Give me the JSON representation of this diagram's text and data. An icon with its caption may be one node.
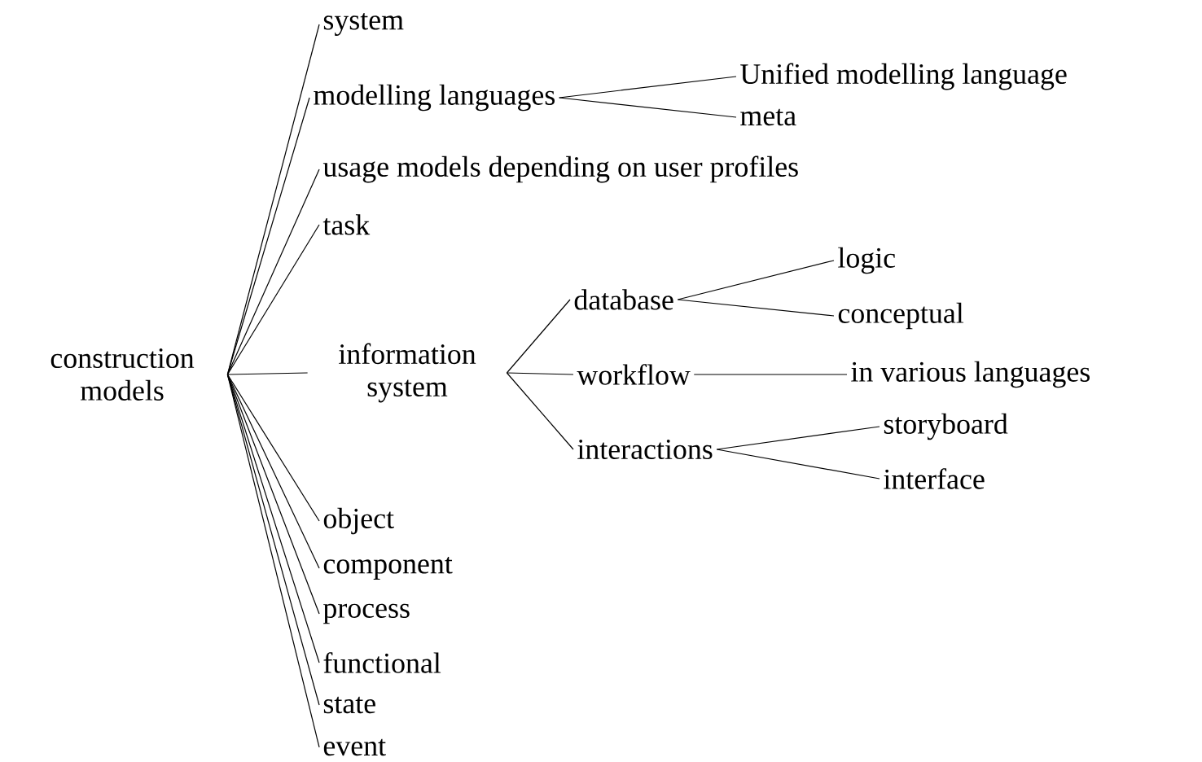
{
  "diagram": {
    "nodes": [
      {
        "text": [
          "construction models"
        ]
      },
      {
        "text": [
          "system"
        ]
      },
      {
        "text": [
          "modelling languages"
        ]
      },
      {
        "text": [
          "Unified modelling language"
        ]
      },
      {
        "text": [
          "meta"
        ]
      },
      {
        "text": [
          "usage models depending on user profiles"
        ]
      },
      {
        "text": [
          "task"
        ]
      },
      {
        "text": [
          "information system"
        ]
      },
      {
        "text": [
          "database"
        ]
      },
      {
        "text": [
          "logic"
        ]
      },
      {
        "text": [
          "conceptual"
        ]
      },
      {
        "text": [
          "workflow"
        ]
      },
      {
        "text": [
          "in various languages"
        ]
      },
      {
        "text": [
          "interactions"
        ]
      },
      {
        "text": [
          "storyboard"
        ]
      },
      {
        "text": [
          "interface"
        ]
      },
      {
        "text": [
          "object"
        ]
      },
      {
        "text": [
          "component"
        ]
      },
      {
        "text": [
          "process"
        ]
      },
      {
        "text": [
          "functional"
        ]
      },
      {
        "text": [
          "state"
        ]
      },
      {
        "text": [
          "event"
        ]
      }
    ],
    "edges": [
      {
        "from": 0,
        "to": 1,
        "arrow": "none"
      },
      {
        "from": 0,
        "to": 2,
        "arrow": "none"
      },
      {
        "from": 2,
        "to": 3,
        "arrow": "none"
      },
      {
        "from": 2,
        "to": 4,
        "arrow": "none"
      },
      {
        "from": 0,
        "to": 5,
        "arrow": "none"
      },
      {
        "from": 0,
        "to": 6,
        "arrow": "none"
      },
      {
        "from": 0,
        "to": 7,
        "arrow": "none"
      },
      {
        "from": 7,
        "to": 8,
        "arrow": "none"
      },
      {
        "from": 8,
        "to": 9,
        "arrow": "none"
      },
      {
        "from": 8,
        "to": 10,
        "arrow": "none"
      },
      {
        "from": 7,
        "to": 11,
        "arrow": "none"
      },
      {
        "from": 11,
        "to": 12,
        "arrow": "none"
      },
      {
        "from": 7,
        "to": 13,
        "arrow": "none"
      },
      {
        "from": 13,
        "to": 14,
        "arrow": "none"
      },
      {
        "from": 13,
        "to": 15,
        "arrow": "none"
      },
      {
        "from": 0,
        "to": 16,
        "arrow": "none"
      },
      {
        "from": 0,
        "to": 17,
        "arrow": "none"
      },
      {
        "from": 0,
        "to": 18,
        "arrow": "none"
      },
      {
        "from": 0,
        "to": 19,
        "arrow": "none"
      },
      {
        "from": 0,
        "to": 20,
        "arrow": "none"
      },
      {
        "from": 0,
        "to": 21,
        "arrow": "none"
      }
    ]
  }
}
